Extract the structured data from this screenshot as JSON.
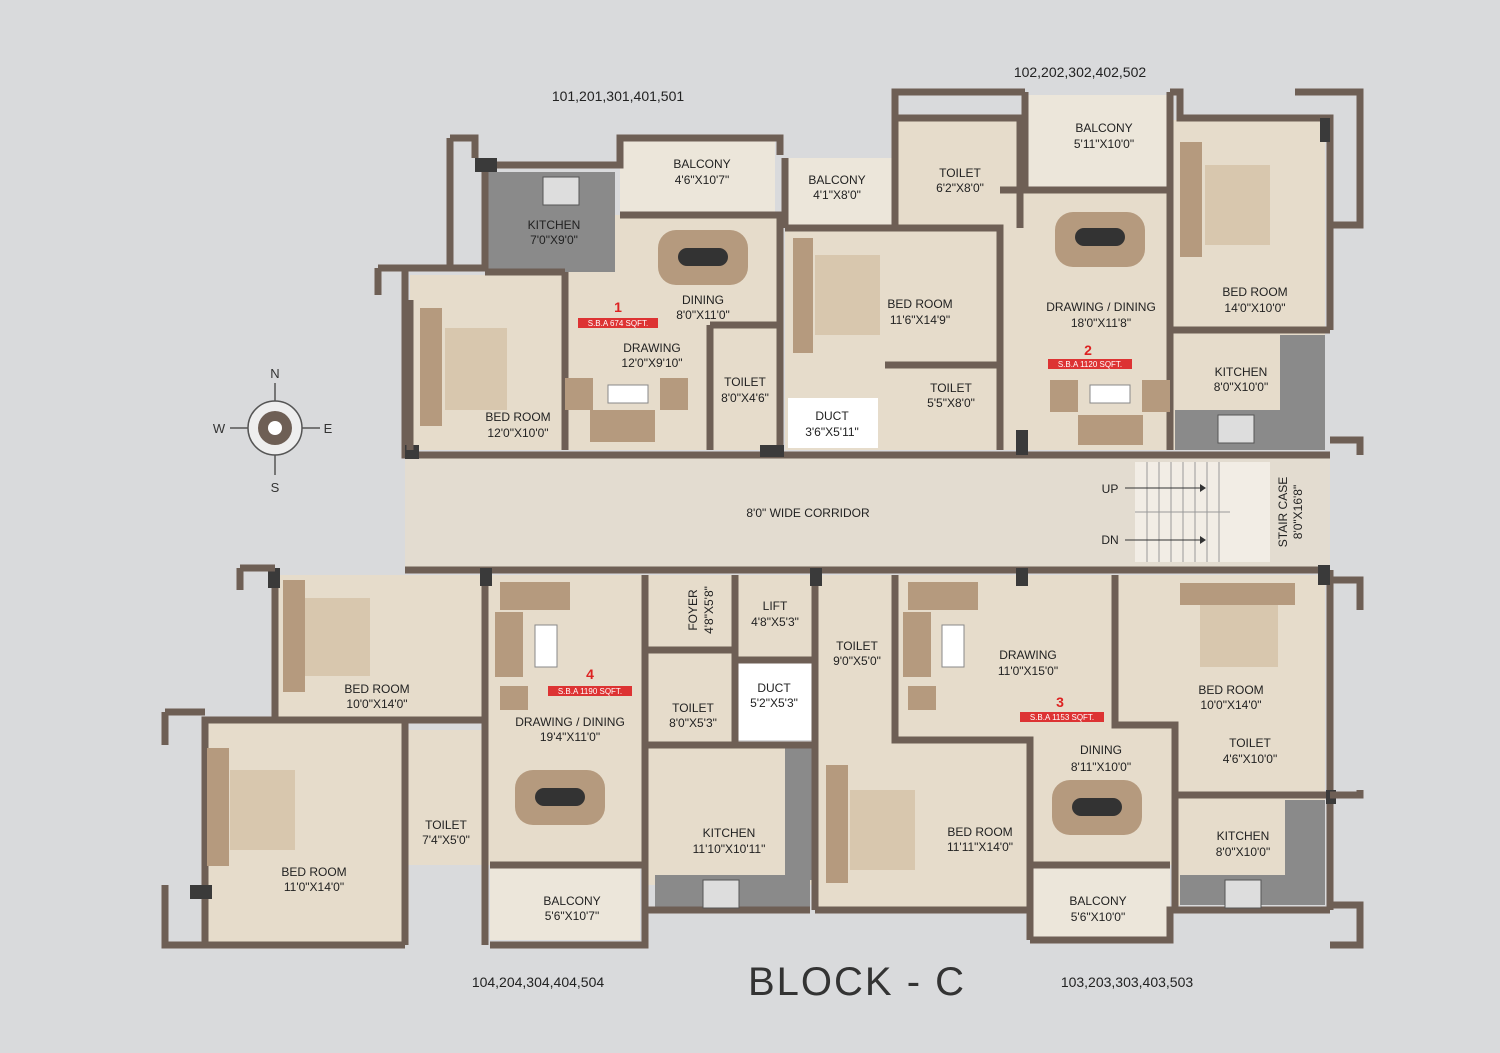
{
  "flat_groups": {
    "top_left": "101,201,301,401,501",
    "top_right": "102,202,302,402,502",
    "bottom_left": "104,204,304,404,504",
    "bottom_right": "103,203,303,403,503"
  },
  "block_title": "BLOCK - C",
  "compass": {
    "n": "N",
    "s": "S",
    "e": "E",
    "w": "W"
  },
  "units": [
    {
      "num": "1",
      "sba": "S.B.A 674 SQFT."
    },
    {
      "num": "2",
      "sba": "S.B.A 1120 SQFT."
    },
    {
      "num": "3",
      "sba": "S.B.A 1153 SQFT."
    },
    {
      "num": "4",
      "sba": "S.B.A 1190 SQFT."
    }
  ],
  "rooms": {
    "u1_kitchen": {
      "name": "KITCHEN",
      "dim": "7'0\"X9'0\""
    },
    "u1_balcony": {
      "name": "BALCONY",
      "dim": "4'6\"X10'7\""
    },
    "u1_dining": {
      "name": "DINING",
      "dim": "8'0\"X11'0\""
    },
    "u1_drawing": {
      "name": "DRAWING",
      "dim": "12'0\"X9'10\""
    },
    "u1_bed": {
      "name": "BED ROOM",
      "dim": "12'0\"X10'0\""
    },
    "u1_toilet": {
      "name": "TOILET",
      "dim": "8'0\"X4'6\""
    },
    "u2_balcony_a": {
      "name": "BALCONY",
      "dim": "4'1\"X8'0\""
    },
    "u2_bed_a": {
      "name": "BED ROOM",
      "dim": "11'6\"X14'9\""
    },
    "duct_top": {
      "name": "DUCT",
      "dim": "3'6\"X5'11\""
    },
    "u2_toilet_a": {
      "name": "TOILET",
      "dim": "6'2\"X8'0\""
    },
    "u2_toilet_b": {
      "name": "TOILET",
      "dim": "5'5\"X8'0\""
    },
    "u2_balcony_b": {
      "name": "BALCONY",
      "dim": "5'11\"X10'0\""
    },
    "u2_drawing": {
      "name": "DRAWING / DINING",
      "dim": "18'0\"X11'8\""
    },
    "u2_bed_b": {
      "name": "BED ROOM",
      "dim": "14'0\"X10'0\""
    },
    "u2_kitchen": {
      "name": "KITCHEN",
      "dim": "8'0\"X10'0\""
    },
    "corridor": {
      "name": "8'0\" WIDE CORRIDOR"
    },
    "stair": {
      "name": "STAIR CASE",
      "dim": "8'0\"X16'8\"",
      "up": "UP",
      "dn": "DN"
    },
    "u4_bed_a": {
      "name": "BED ROOM",
      "dim": "10'0\"X14'0\""
    },
    "u4_bed_b": {
      "name": "BED ROOM",
      "dim": "11'0\"X14'0\""
    },
    "u4_drawing": {
      "name": "DRAWING / DINING",
      "dim": "19'4\"X11'0\""
    },
    "u4_toilet_a": {
      "name": "TOILET",
      "dim": "7'4\"X5'0\""
    },
    "u4_balcony": {
      "name": "BALCONY",
      "dim": "5'6\"X10'7\""
    },
    "foyer": {
      "name": "FOYER",
      "dim": "4'8\"X5'8\""
    },
    "lift": {
      "name": "LIFT",
      "dim": "4'8\"X5'3\""
    },
    "u4_toilet_b": {
      "name": "TOILET",
      "dim": "8'0\"X5'3\""
    },
    "duct_bottom": {
      "name": "DUCT",
      "dim": "5'2\"X5'3\""
    },
    "u4_kitchen": {
      "name": "KITCHEN",
      "dim": "11'10\"X10'11\""
    },
    "u3_toilet_a": {
      "name": "TOILET",
      "dim": "9'0\"X5'0\""
    },
    "u3_drawing": {
      "name": "DRAWING",
      "dim": "11'0\"X15'0\""
    },
    "u3_bed_a": {
      "name": "BED ROOM",
      "dim": "10'0\"X14'0\""
    },
    "u3_dining": {
      "name": "DINING",
      "dim": "8'11\"X10'0\""
    },
    "u3_toilet_b": {
      "name": "TOILET",
      "dim": "4'6\"X10'0\""
    },
    "u3_bed_b": {
      "name": "BED ROOM",
      "dim": "11'11\"X14'0\""
    },
    "u3_kitchen": {
      "name": "KITCHEN",
      "dim": "8'0\"X10'0\""
    },
    "u3_balcony": {
      "name": "BALCONY",
      "dim": "5'6\"X10'0\""
    }
  }
}
